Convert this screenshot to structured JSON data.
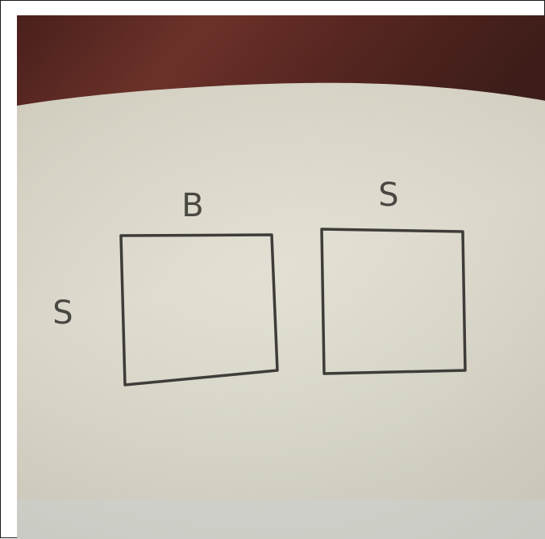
{
  "photo": {
    "description_colors": {
      "table": "#5e2b25",
      "paper": "#dcd8cb",
      "ink": "#3e3d39"
    },
    "labels": {
      "top_left_square": "B",
      "left_side_left_square": "S",
      "top_right_square": "S"
    }
  }
}
